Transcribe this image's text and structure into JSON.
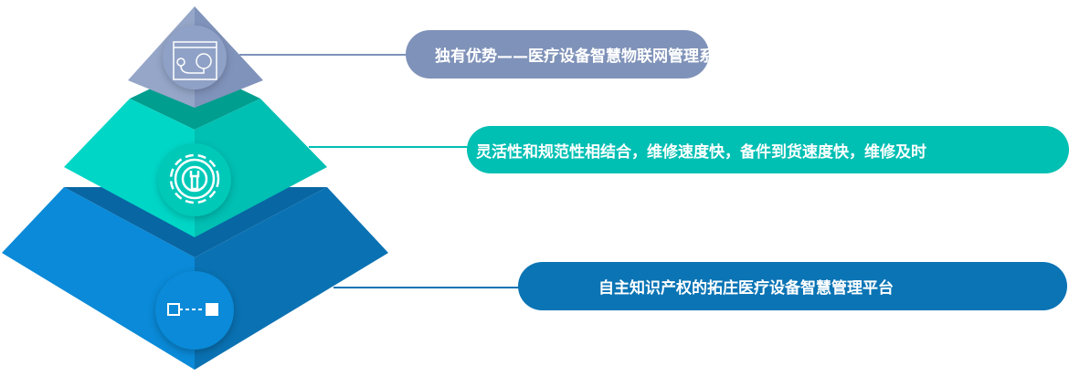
{
  "tiers": [
    {
      "label": "独有优势——医疗设备智慧物联网管理系统",
      "icon": "monitor-gauge-icon",
      "color": "#7f92b9"
    },
    {
      "label": "灵活性和规范性相结合，维修速度快，备件到货速度快，维修及时",
      "icon": "gear-wrench-icon",
      "color": "#00bfb3"
    },
    {
      "label": "自主知识产权的拓庄医疗设备智慧管理平台",
      "icon": "connected-squares-icon",
      "color": "#0a74b5"
    }
  ]
}
